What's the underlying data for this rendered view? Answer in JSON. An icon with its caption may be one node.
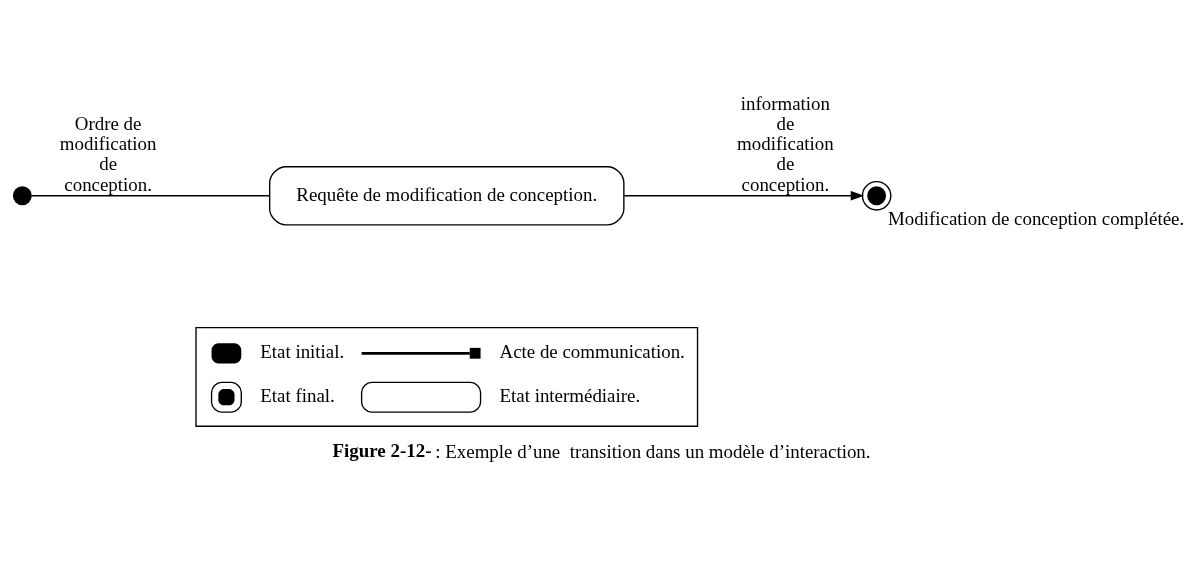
{
  "diagram": {
    "caption": "**Figure 2-12-** : Exemple d’une  transition dans un modèle d’interaction.",
    "nodes": [
      {
        "text": [],
        "shape": "circle"
      },
      {
        "text": [
          "Requête de modification de conception."
        ]
      },
      {
        "text": [],
        "shape": "bullseye",
        "beside": [
          "Modification de conception complétée."
        ]
      }
    ],
    "edges": [
      {
        "from": 0,
        "to": 1,
        "arrow": "none",
        "label": "Ordre de modification de conception."
      },
      {
        "from": 1,
        "to": 2,
        "arrow": "to",
        "label": "information de modification de conception."
      }
    ],
    "legend": [
      {
        "text": "Etat initial."
      },
      {
        "text": "Acte de communication."
      },
      {
        "text": "Etat final."
      },
      {
        "text": "Etat intermédiaire."
      }
    ]
  }
}
